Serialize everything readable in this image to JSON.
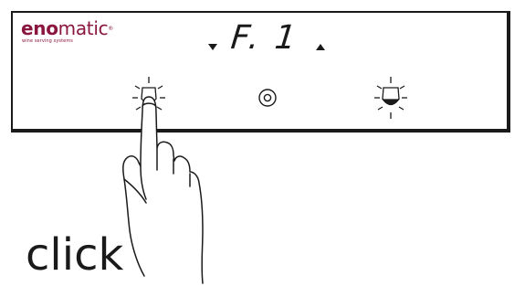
{
  "brand": {
    "name_part1": "eno",
    "name_part2": "matic",
    "tagline": "wine serving systems"
  },
  "display": {
    "value": "F. 1"
  },
  "instruction": {
    "label": "click"
  }
}
